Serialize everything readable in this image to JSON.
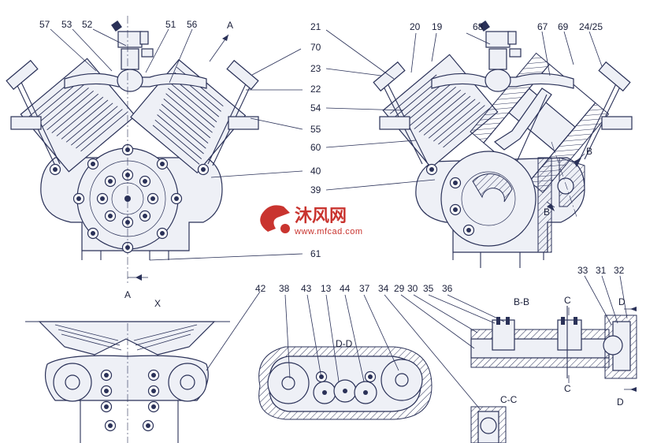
{
  "callouts_top_left": [
    "57",
    "53",
    "52",
    "51",
    "56"
  ],
  "callouts_top_right": [
    "21",
    "20",
    "19",
    "68",
    "67",
    "69",
    "24/25"
  ],
  "callouts_middle": [
    "70",
    "23",
    "22",
    "54",
    "55",
    "60",
    "40",
    "39",
    "61"
  ],
  "callouts_bottom": [
    "42",
    "38",
    "43",
    "13",
    "44",
    "37",
    "34",
    "29",
    "30",
    "35",
    "36",
    "33",
    "31",
    "32"
  ],
  "section_marks": {
    "a_top": "A",
    "a_bottom": "A",
    "x_view": "X",
    "b_upper": "B",
    "b_lower": "B",
    "c_upper": "C",
    "c_lower": "C",
    "d_upper": "D",
    "d_lower": "D"
  },
  "section_titles": {
    "d_d": "D-D",
    "b_b": "B-B",
    "c_c": "C-C"
  },
  "watermark": {
    "logo_text": "沐风网",
    "url": "www.mfcad.com",
    "color": "#c9342f"
  },
  "colors": {
    "ink": "#2a3158",
    "paper": "#ffffff",
    "watermark": "#c9342f"
  }
}
